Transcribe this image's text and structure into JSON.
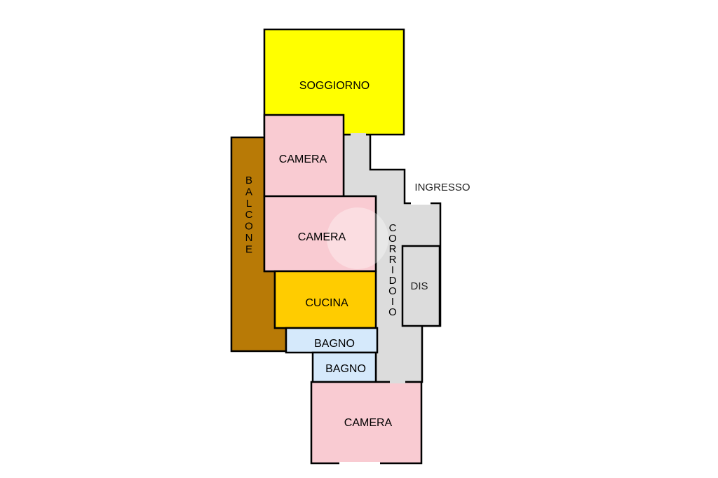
{
  "plan": {
    "colors": {
      "soggiorno": "#ffff00",
      "camera": "#f9cbd2",
      "balcone": "#b87a06",
      "cucina": "#ffcc00",
      "bagno": "#d5e9fb",
      "corridoio": "#dcdcdc",
      "dis": "#dcdcdc",
      "wall": "#000000"
    },
    "rooms": {
      "soggiorno": "SOGGIORNO",
      "camera_1": "CAMERA",
      "camera_2": "CAMERA",
      "cucina": "CUCINA",
      "bagno_1": "BAGNO",
      "bagno_2": "BAGNO",
      "camera_3": "CAMERA",
      "dis": "DIS",
      "ingresso": "INGRESSO"
    },
    "balcone_letters": [
      "B",
      "A",
      "L",
      "C",
      "O",
      "N",
      "E"
    ],
    "corridoio_letters": [
      "C",
      "O",
      "R",
      "R",
      "I",
      "D",
      "O",
      "I",
      "O"
    ]
  }
}
